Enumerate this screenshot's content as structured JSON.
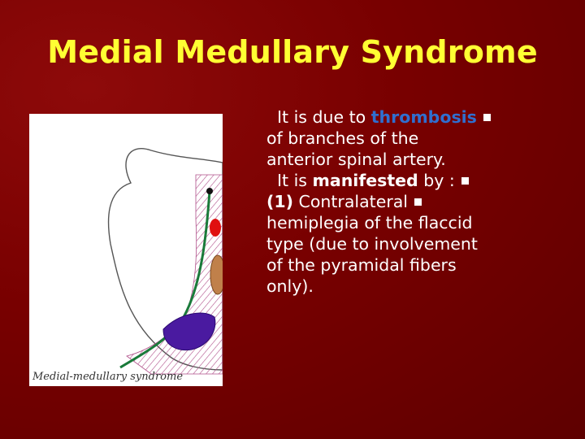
{
  "slide": {
    "title": "Medial Medullary Syndrome",
    "diagram": {
      "caption": "Medial-medullary syndrome"
    },
    "body": {
      "p1_intro": "It is due to ",
      "p1_keyword": "thrombosis",
      "p1_line2": "of branches of the",
      "p1_line3": "anterior spinal artery.",
      "p2_intro": "It is ",
      "p2_keyword": "manifested",
      "p2_rest": " by :",
      "p3_number": "(1)",
      "p3_rest": " Contralateral",
      "p3_line2": "hemiplegia of the flaccid",
      "p3_line3": "type (due to involvement",
      "p3_line4": "of the pyramidal fibers",
      "p3_line5": "only)."
    },
    "colors": {
      "background": "#7a0000",
      "title": "#ffff33",
      "highlight": "#2f6fd0",
      "body_text": "#ffffff"
    }
  }
}
